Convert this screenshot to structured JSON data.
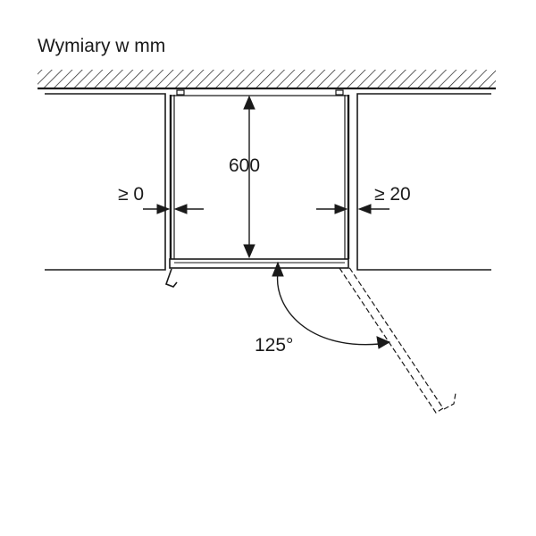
{
  "title": "Wymiary w mm",
  "dimensions": {
    "depth": "600",
    "left_gap": "≥ 0",
    "right_gap": "≥ 20",
    "door_angle": "125°"
  },
  "colors": {
    "stroke": "#1a1a1a",
    "background": "#ffffff"
  }
}
